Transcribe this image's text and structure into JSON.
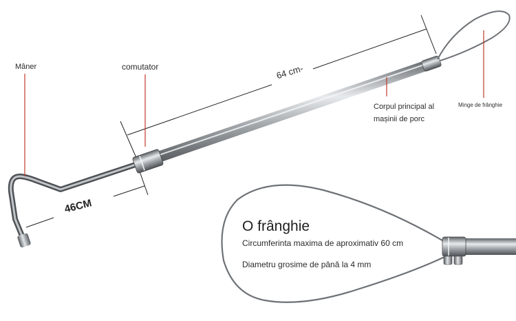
{
  "labels": {
    "maner": "Mâner",
    "comutator": "comutator",
    "corp_line1": "Corpul principal al",
    "corp_line2": "mașinii de porc",
    "minge": "Minge de frânghie",
    "length_main": "64 cm-",
    "length_handle": "46CM"
  },
  "rope_info": {
    "title": "O frânghie",
    "circumference": "Circumferinta maxima de aproximativ 60 cm",
    "diameter": "Diametru grosime de până la 4 mm"
  },
  "colors": {
    "pointer_red": "#c0392b",
    "dimension_line": "#222222",
    "steel_light": "#d9dde0",
    "steel_dark": "#6e7378"
  }
}
